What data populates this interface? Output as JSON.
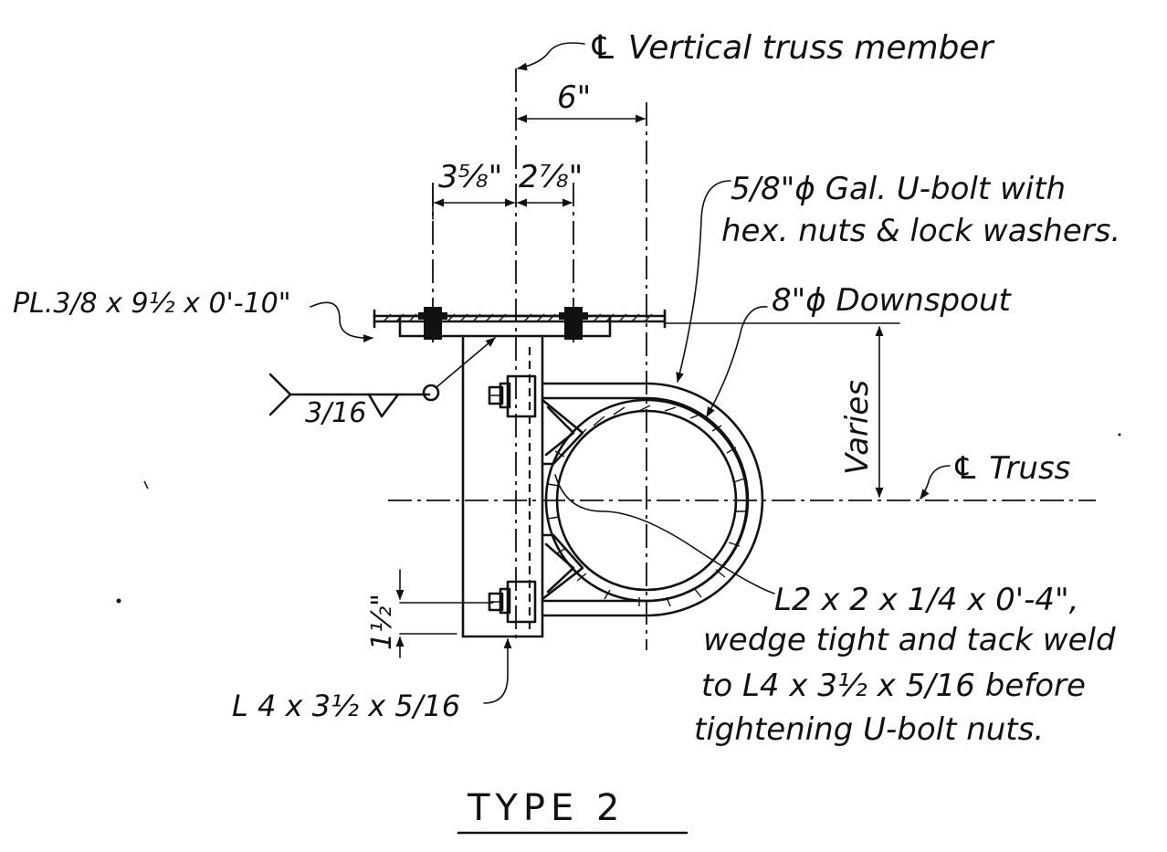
{
  "labels": {
    "vertical_member": "℄ Vertical truss member",
    "dim_6": "6\"",
    "dim_3_5_8": "3⅝\"",
    "dim_2_7_8": "2⅞\"",
    "ubolt_line1": "5/8\"ϕ Gal. U-bolt with",
    "ubolt_line2": "hex. nuts & lock washers.",
    "downspout": "8\"ϕ Downspout",
    "plate": "PL.3/8 x 9½ x 0'-10\"",
    "weld": "3/16",
    "varies": "Varies",
    "truss_cl": "℄ Truss",
    "dim_1_1_2": "1½\"",
    "clip_line1": "L2 x 2 x 1/4 x 0'-4\",",
    "clip_line2": "wedge tight and tack weld",
    "clip_line3": "to L4 x 3½ x 5/16 before",
    "clip_line4": "tightening U-bolt nuts.",
    "angle": "L 4 x 3½ x 5/16",
    "title": "TYPE  2"
  }
}
